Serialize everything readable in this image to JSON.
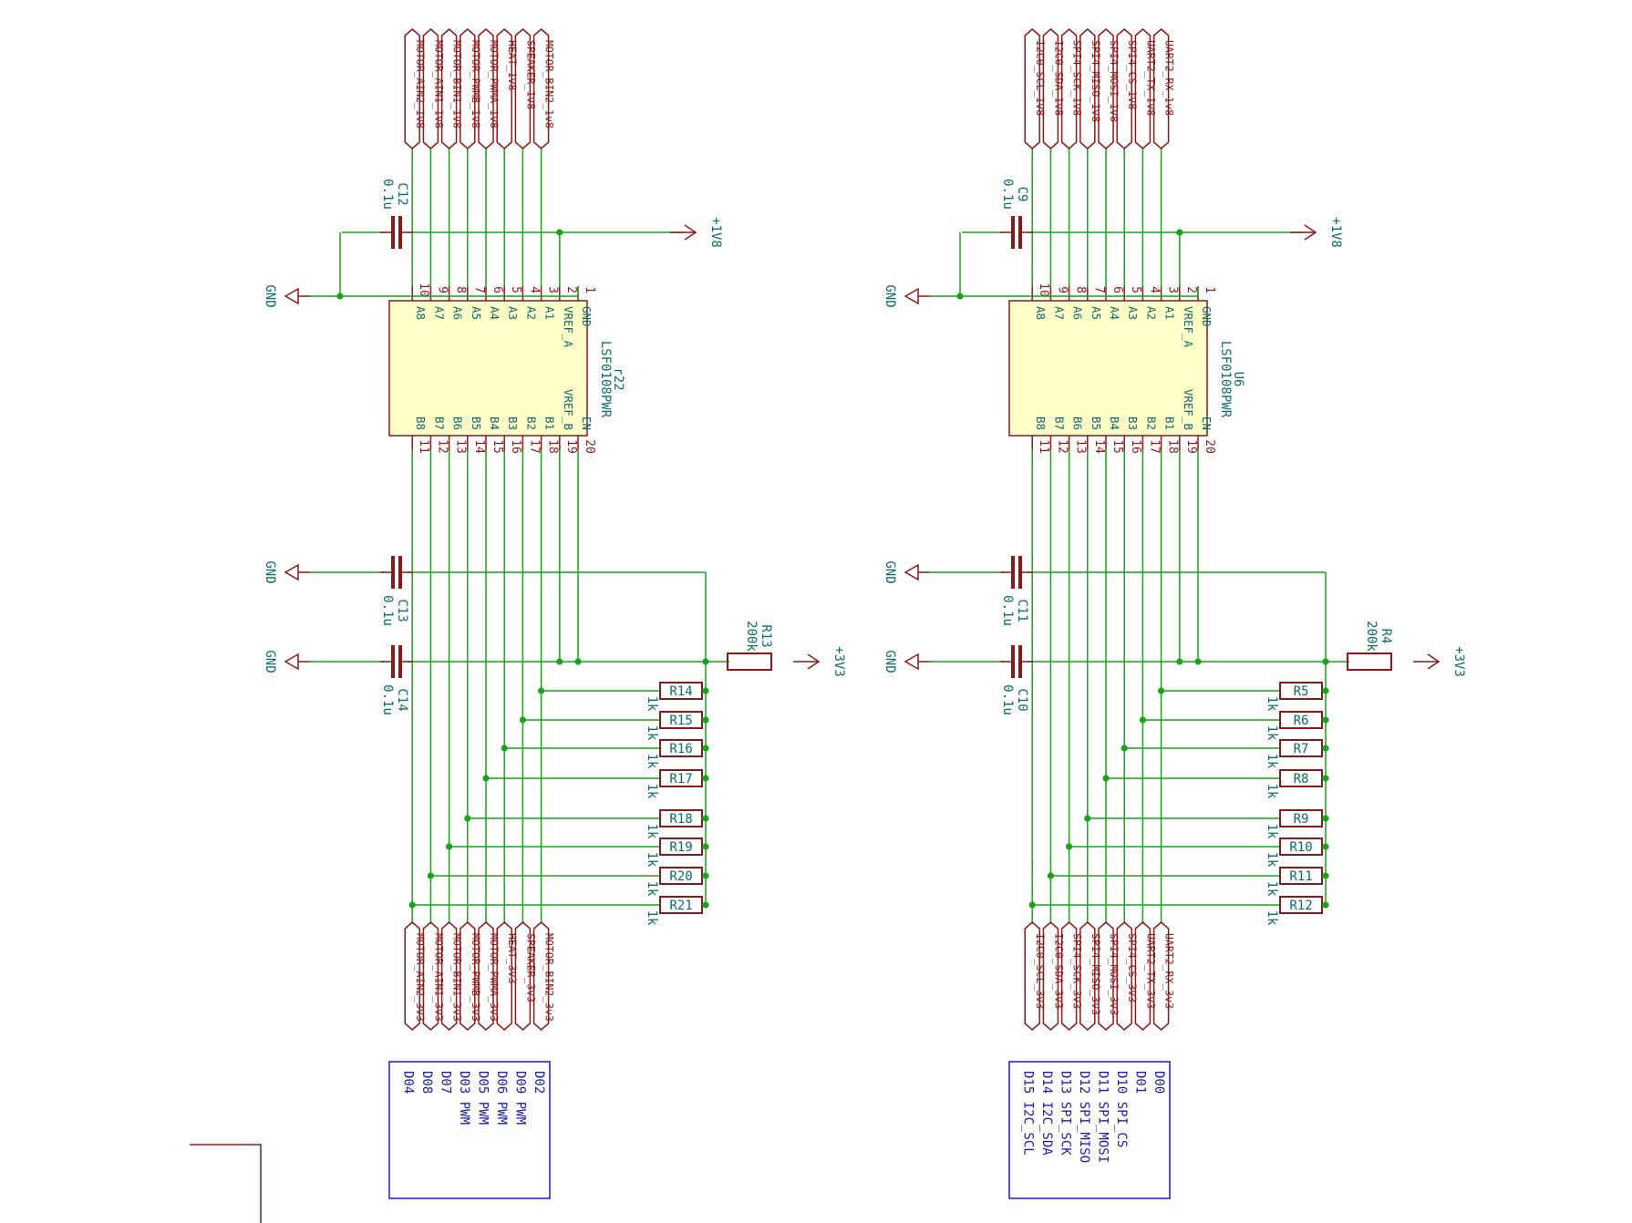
{
  "colors": {
    "wire": "#1aa31a",
    "part": "#8a1a1a",
    "text": "#0b6b6b",
    "pin": "#8a1a1a",
    "note": "#1a1ab0",
    "fill": "#ffffc8"
  },
  "nets": {
    "gnd": "GND",
    "v18": "+1V8",
    "v33": "+3V3"
  },
  "circuits": [
    {
      "ic": {
        "ref": "r22",
        "value": "LSF0108PWR"
      },
      "pinsA": [
        {
          "num": "1",
          "name": "GND"
        },
        {
          "num": "2",
          "name": "VREF_A"
        },
        {
          "num": "3",
          "name": "A1"
        },
        {
          "num": "4",
          "name": "A2"
        },
        {
          "num": "5",
          "name": "A3"
        },
        {
          "num": "6",
          "name": "A4"
        },
        {
          "num": "7",
          "name": "A5"
        },
        {
          "num": "8",
          "name": "A6"
        },
        {
          "num": "9",
          "name": "A7"
        },
        {
          "num": "10",
          "name": "A8"
        }
      ],
      "pinsB": [
        {
          "num": "20",
          "name": "EN"
        },
        {
          "num": "19",
          "name": "VREF_B"
        },
        {
          "num": "18",
          "name": "B1"
        },
        {
          "num": "17",
          "name": "B2"
        },
        {
          "num": "16",
          "name": "B3"
        },
        {
          "num": "15",
          "name": "B4"
        },
        {
          "num": "14",
          "name": "B5"
        },
        {
          "num": "13",
          "name": "B6"
        },
        {
          "num": "12",
          "name": "B7"
        },
        {
          "num": "11",
          "name": "B8"
        }
      ],
      "labels_top": [
        "MOTOR_BIN2_1v8",
        "SPEAKER_1v8",
        "HEAT_1v8",
        "MOTOR_PWMA_1v8",
        "MOTOR_PWMB_1v8",
        "MOTOR_BIN1_1v8",
        "MOTOR_AIN1_1v8",
        "MOTOR_AIN2_1v8"
      ],
      "labels_bottom": [
        "MOTOR_BIN2_3v3",
        "SPEAKER_3v3",
        "HEAT_3v3",
        "MOTOR_PWMA_3v3",
        "MOTOR_PWMB_3v3",
        "MOTOR_BIN1_3v3",
        "MOTOR_AIN1_3v3",
        "MOTOR_AIN2_3v3"
      ],
      "cap_top": {
        "ref": "C12",
        "value": "0.1u"
      },
      "cap_mid": {
        "ref": "C13",
        "value": "0.1u"
      },
      "cap_low": {
        "ref": "C14",
        "value": "0.1u"
      },
      "rpull": {
        "ref": "R13",
        "value": "200k"
      },
      "resistors": [
        {
          "ref": "R14",
          "value": "1k"
        },
        {
          "ref": "R15",
          "value": "1k"
        },
        {
          "ref": "R16",
          "value": "1k"
        },
        {
          "ref": "R17",
          "value": "1k"
        },
        {
          "ref": "R18",
          "value": "1k"
        },
        {
          "ref": "R19",
          "value": "1k"
        },
        {
          "ref": "R20",
          "value": "1k"
        },
        {
          "ref": "R21",
          "value": "1k"
        }
      ],
      "note": [
        "D02",
        "D09 PWM",
        "D06 PWM",
        "D05 PWM",
        "D03 PWM",
        "D07",
        "D08",
        "D04"
      ]
    },
    {
      "ic": {
        "ref": "U6",
        "value": "LSF0108PWR"
      },
      "pinsA": [
        {
          "num": "1",
          "name": "GND"
        },
        {
          "num": "2",
          "name": "VREF_A"
        },
        {
          "num": "3",
          "name": "A1"
        },
        {
          "num": "4",
          "name": "A2"
        },
        {
          "num": "5",
          "name": "A3"
        },
        {
          "num": "6",
          "name": "A4"
        },
        {
          "num": "7",
          "name": "A5"
        },
        {
          "num": "8",
          "name": "A6"
        },
        {
          "num": "9",
          "name": "A7"
        },
        {
          "num": "10",
          "name": "A8"
        }
      ],
      "pinsB": [
        {
          "num": "20",
          "name": "EN"
        },
        {
          "num": "19",
          "name": "VREF_B"
        },
        {
          "num": "18",
          "name": "B1"
        },
        {
          "num": "17",
          "name": "B2"
        },
        {
          "num": "16",
          "name": "B3"
        },
        {
          "num": "15",
          "name": "B4"
        },
        {
          "num": "14",
          "name": "B5"
        },
        {
          "num": "13",
          "name": "B6"
        },
        {
          "num": "12",
          "name": "B7"
        },
        {
          "num": "11",
          "name": "B8"
        }
      ],
      "labels_top": [
        "UART2_RX_1v8",
        "UART2_TX_1v8",
        "SPI4_CS_1v8",
        "SPI4_MOSI_1v8",
        "SPI4_MISO_1v8",
        "SPI4_SCK_1v8",
        "I2C0_SDA_1v8",
        "I2C0_SCL_1v8"
      ],
      "labels_bottom": [
        "UART2_RX_3v3",
        "UART2_TX_3v3",
        "SPI4_CS_3v3",
        "SPI4_MOSI_3v3",
        "SPI4_MISO_3v3",
        "SPI4_SCK_3v3",
        "I2C0_SDA_3v3",
        "I2C0_SCL_3v3"
      ],
      "cap_top": {
        "ref": "C9",
        "value": "0.1u"
      },
      "cap_mid": {
        "ref": "C11",
        "value": "0.1u"
      },
      "cap_low": {
        "ref": "C10",
        "value": "0.1u"
      },
      "rpull": {
        "ref": "R4",
        "value": "200k"
      },
      "resistors": [
        {
          "ref": "R5",
          "value": "1k"
        },
        {
          "ref": "R6",
          "value": "1k"
        },
        {
          "ref": "R7",
          "value": "1k"
        },
        {
          "ref": "R8",
          "value": "1k"
        },
        {
          "ref": "R9",
          "value": "1k"
        },
        {
          "ref": "R10",
          "value": "1k"
        },
        {
          "ref": "R11",
          "value": "1k"
        },
        {
          "ref": "R12",
          "value": "1k"
        }
      ],
      "note": [
        "D00",
        "D01",
        "D10 SPI_CS",
        "D11 SPI_MOSI",
        "D12 SPI_MISO",
        "D13 SPI_SCK",
        "D14 I2C_SDA",
        "D15 I2C_SCL"
      ]
    }
  ]
}
